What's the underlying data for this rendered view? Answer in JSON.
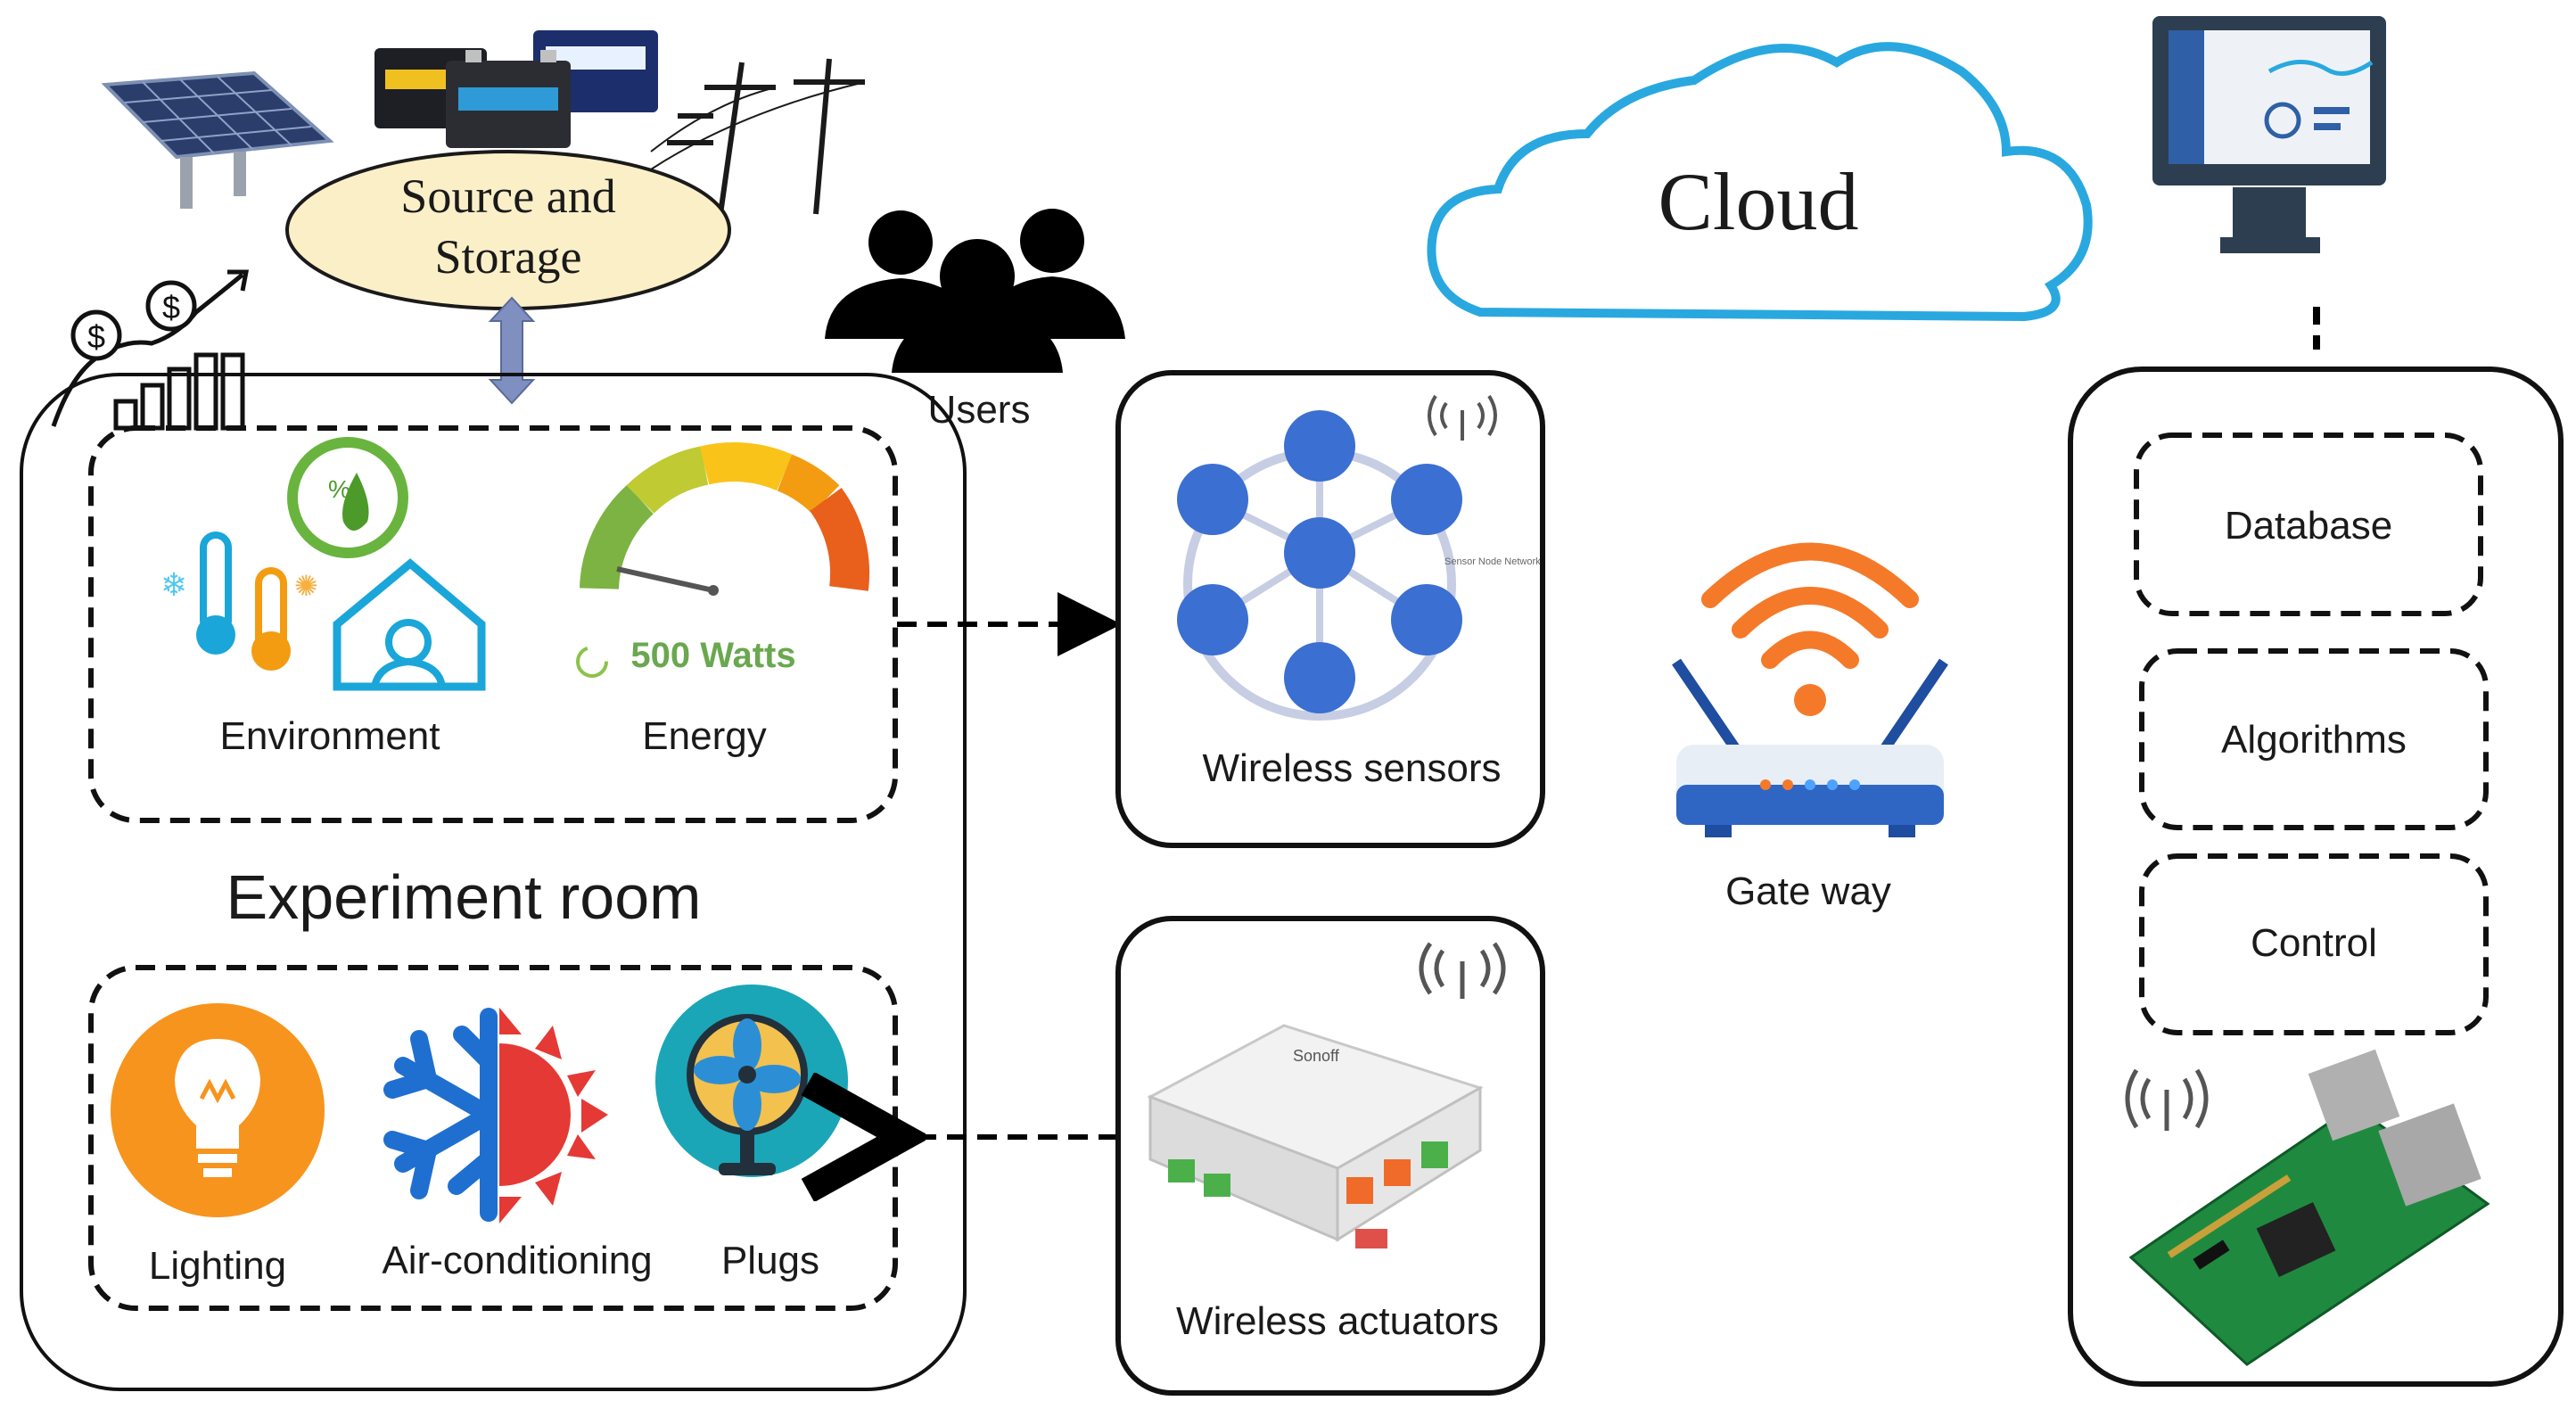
{
  "source_storage": {
    "line1": "Source and",
    "line2": "Storage"
  },
  "users_label": "Users",
  "cloud_label": "Cloud",
  "experiment_room": {
    "title": "Experiment room",
    "sensing": {
      "environment": "Environment",
      "energy": "Energy",
      "power_reading": "500 Watts"
    },
    "actuation": {
      "lighting": "Lighting",
      "air_conditioning": "Air-conditioning",
      "plugs": "Plugs"
    }
  },
  "wireless_sensors": {
    "label": "Wireless sensors",
    "network_caption": "Sensor Node Network"
  },
  "wireless_actuators": {
    "label": "Wireless actuators",
    "device_brand": "Sonoff"
  },
  "gateway_label": "Gate way",
  "server": {
    "database": "Database",
    "algorithms": "Algorithms",
    "control": "Control"
  },
  "colors": {
    "cloud": "#29a8e0",
    "ellipse_fill": "#fbefc8",
    "arrow_fill": "#7f8fbf",
    "node_fill": "#3b6fd1",
    "wifi_orange": "#f47a2a",
    "lighting": "#f7941d",
    "snow": "#1f6fd0",
    "sun": "#e53935",
    "fan_bg": "#1aa6b7"
  }
}
